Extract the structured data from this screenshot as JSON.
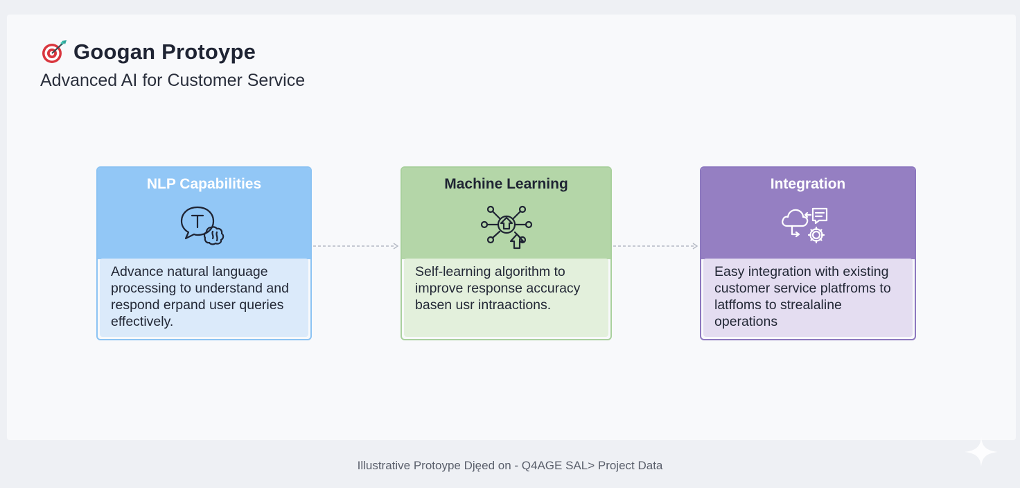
{
  "header": {
    "title": "Googan Protoype",
    "subtitle": "Advanced AI for Customer Service",
    "icon": "target-dart-icon"
  },
  "cards": [
    {
      "title": "NLP Capabilities",
      "icon": "speech-bubble-brain-icon",
      "description": "Advance natural language processing to understand and respond erpand user queries effectively.",
      "color": "#92c7f6"
    },
    {
      "title": "Machine Learning",
      "icon": "neural-network-arrow-icon",
      "description": "Self-learning algorithm to improve response accuracy basen usr intraactions.",
      "color": "#b4d6a8"
    },
    {
      "title": "Integration",
      "icon": "cloud-chat-gear-icon",
      "description": "Easy integration with existing customer service platfroms to latffoms to strealaline operations",
      "color": "#957fc2"
    }
  ],
  "footer": {
    "text": "Illustrative Protoype Djęed on - Q4AGE SAL> Project Data"
  }
}
